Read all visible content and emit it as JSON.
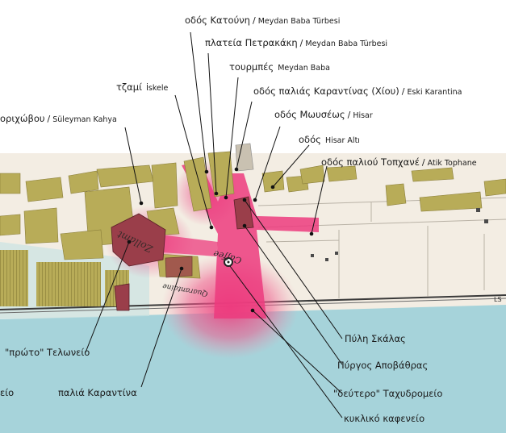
{
  "labels": {
    "odos_katouni": {
      "greek": "οδός Κατούνη",
      "turkish": "Meydan Baba Türbesi"
    },
    "plateia_petrakaki": {
      "greek": "πλατεία Πετρακάκη",
      "turkish": "Meydan Baba Türbesi"
    },
    "tourbes": {
      "greek": "τουρμπές",
      "turkish": "Meydan Baba"
    },
    "odos_palias_karantinas": {
      "greek": "οδός παλιάς Καραντίνας (Χίου)",
      "turkish": "Eski Karantina"
    },
    "tzami": {
      "greek": "τζαμί",
      "turkish": "İskele"
    },
    "odos_mouseos": {
      "greek": "οδός Μωυσέως",
      "turkish": "Hisar"
    },
    "orichovou": {
      "greek": "οριχώβου",
      "turkish": "Süleyman Kahya"
    },
    "odos_hisar": {
      "greek": "οδός",
      "turkish": "Hisar Altı"
    },
    "odos_paliou_topchane": {
      "greek": "οδός παλιού Τοπχανέ",
      "turkish": "Atik Tophane"
    },
    "pyli_skalas": "Πύλη Σκάλας",
    "pyrgos_apovathras": "Πύργος Αποβάθρας",
    "proto_teloneio": "\"πρώτο\" Τελωνείο",
    "deftero_tachydromeio": "\"δεύτερο\" Ταχυδρομείο",
    "palia_karantina": "παλιά Καραντίνα",
    "kykliko_kafeneio": "κυκλικό καφενείο",
    "eio": "είο",
    "separator": "/"
  },
  "map_text": {
    "zollamt": "Zollamt",
    "caffee": "Caffee",
    "quarantaine": "Quarantaine",
    "ls": "LS"
  },
  "colors": {
    "sea": "#a6d3da",
    "land": "#f3ede3",
    "buildings": "#b8ac58",
    "highlight": "#ec3b7e",
    "dark_buildings": "#9a3e4a",
    "leader": "#111111"
  }
}
